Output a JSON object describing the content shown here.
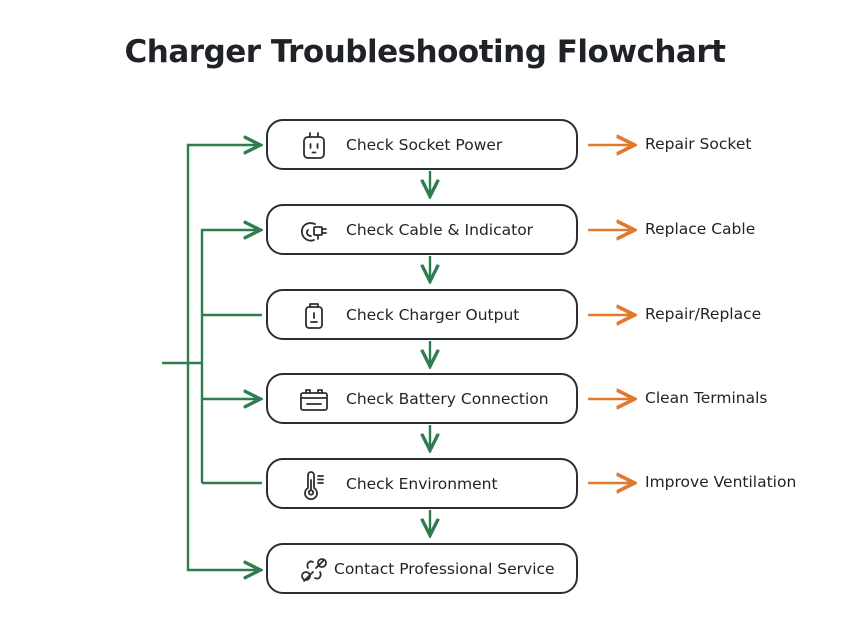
{
  "title": "Charger Troubleshooting Flowchart",
  "colors": {
    "flow_arrow": "#2e7d4f",
    "outcome_arrow": "#e07a2e",
    "box_border": "#2b2f33"
  },
  "steps": [
    {
      "label": "Check Socket Power",
      "icon": "power-socket-icon",
      "outcome": "Repair Socket"
    },
    {
      "label": "Check Cable & Indicator",
      "icon": "cable-plug-icon",
      "outcome": "Replace Cable"
    },
    {
      "label": "Check Charger Output",
      "icon": "charger-icon",
      "outcome": "Repair/Replace"
    },
    {
      "label": "Check Battery Connection",
      "icon": "battery-icon",
      "outcome": "Clean Terminals"
    },
    {
      "label": "Check Environment",
      "icon": "thermometer-icon",
      "outcome": "Improve Ventilation"
    },
    {
      "label": "Contact Professional Service",
      "icon": "wrench-icon",
      "outcome": ""
    }
  ]
}
